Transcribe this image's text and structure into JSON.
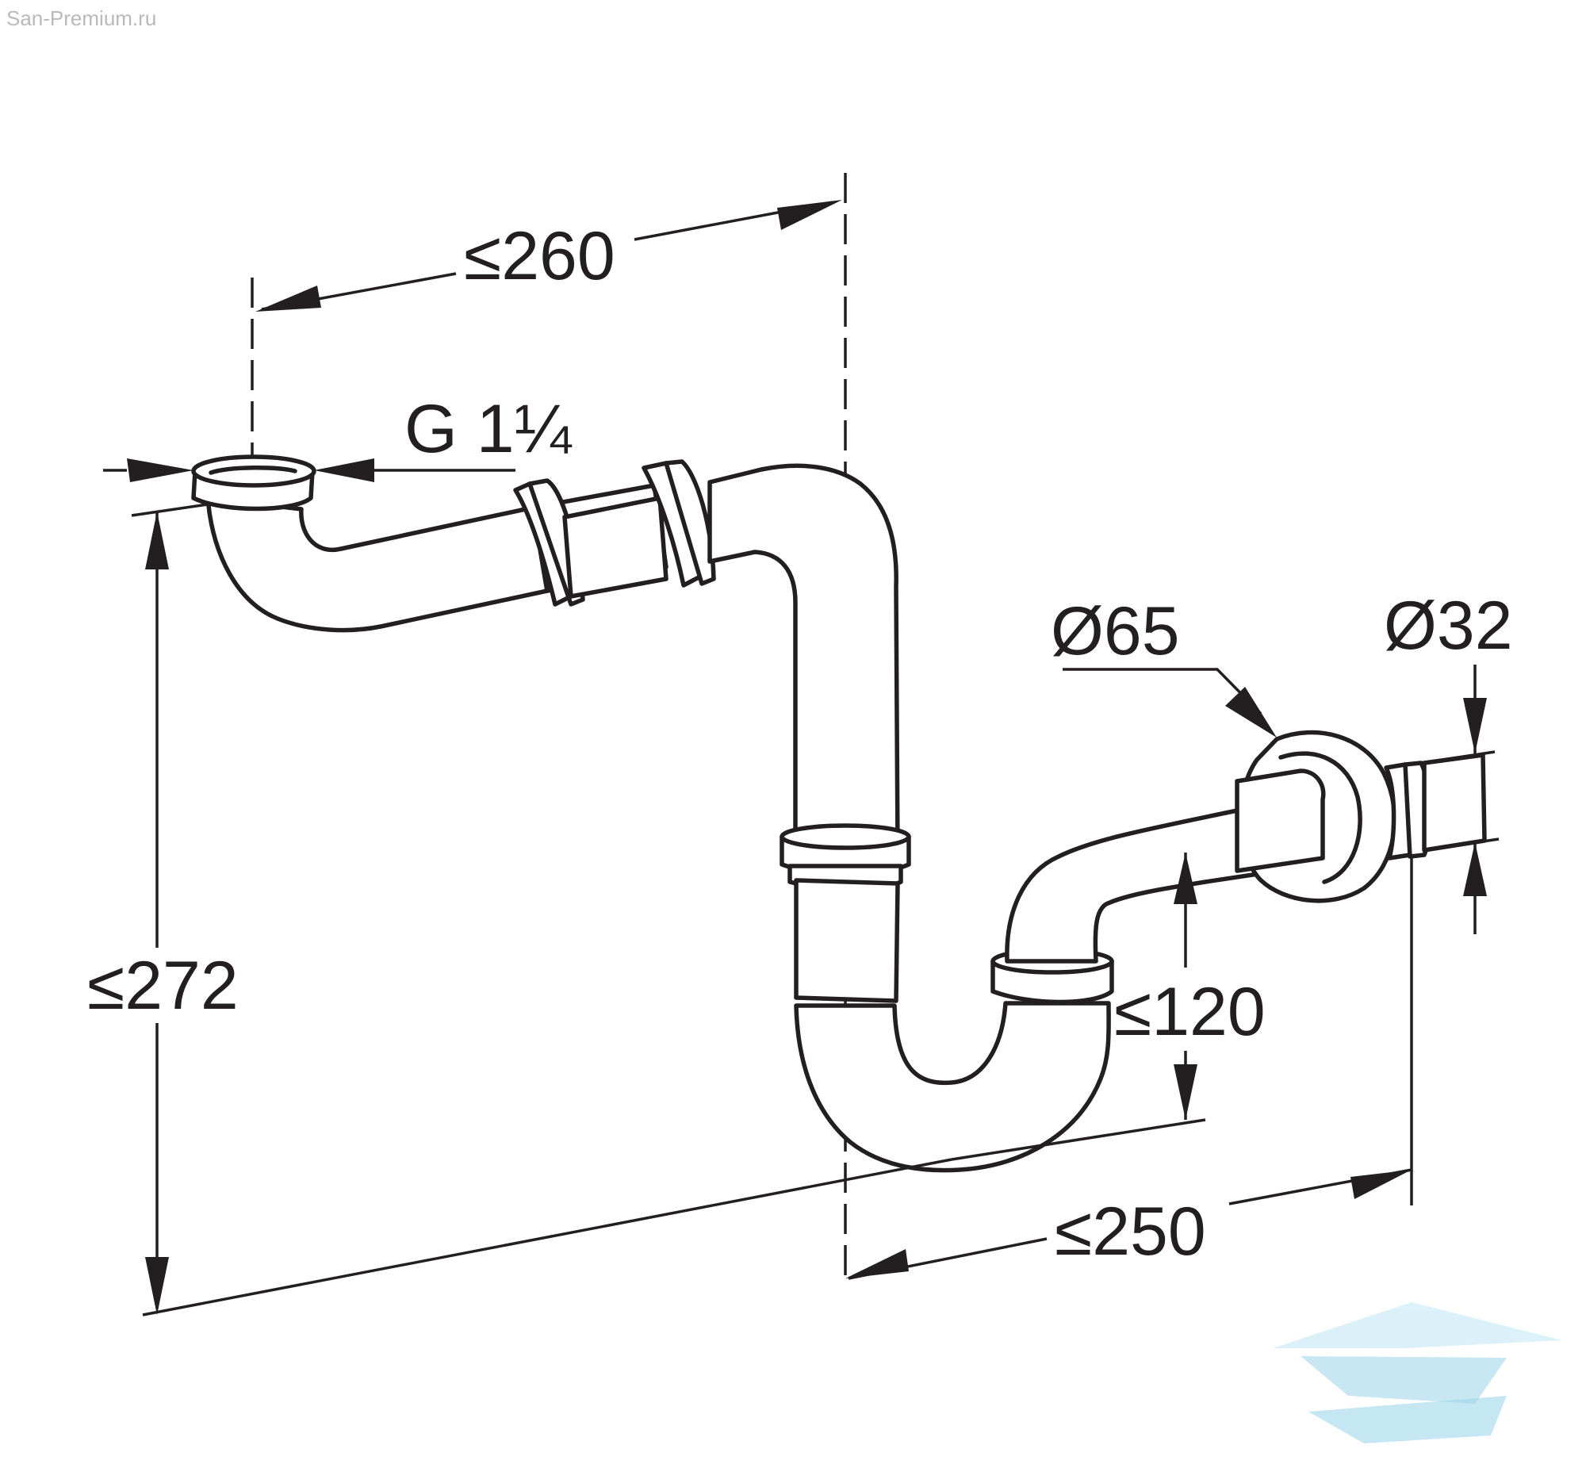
{
  "watermark": "San-Premium.ru",
  "dimensions": {
    "width_total": "≤260",
    "inlet_thread": "G 1¼",
    "height_total": "≤272",
    "trap_height": "≤120",
    "wall_offset": "≤250",
    "rosette_diameter": "Ø65",
    "outlet_diameter": "Ø32"
  },
  "logo": {
    "colors": [
      "#bfe3f2",
      "#8ecfe8",
      "#d6eef8"
    ]
  }
}
